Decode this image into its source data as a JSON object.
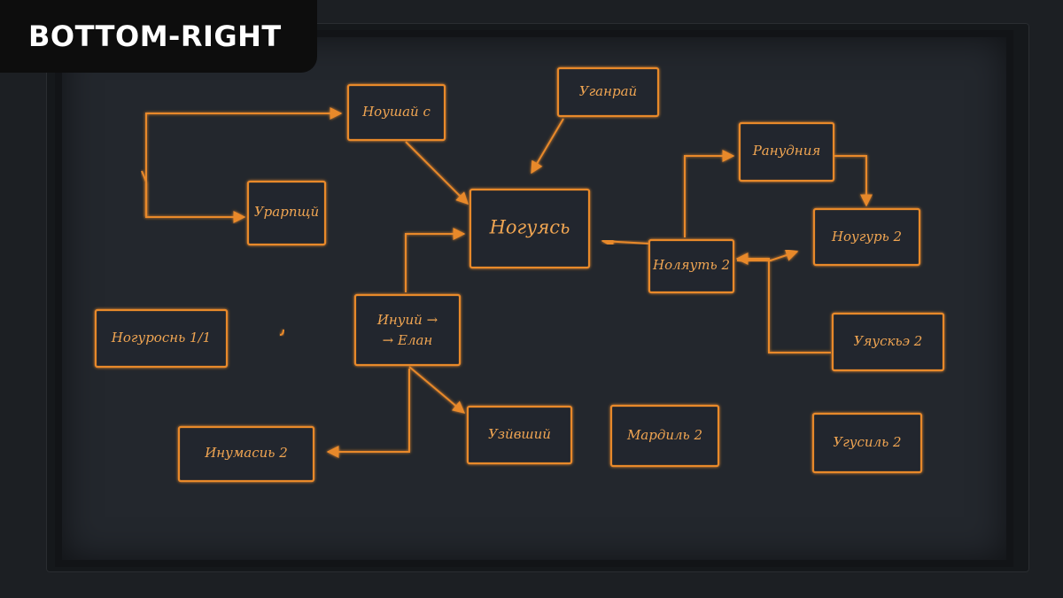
{
  "corner_label": "BOTTOM-RIGHT",
  "accent_color": "#e8892c",
  "text_color": "#f0a552",
  "nodes": [
    {
      "id": "n1",
      "lines": [
        "Ноушай c"
      ]
    },
    {
      "id": "n2",
      "lines": [
        "Уганрай"
      ]
    },
    {
      "id": "n3",
      "lines": [
        "Урарпщй"
      ]
    },
    {
      "id": "n4",
      "lines": [
        "Ногуясь"
      ],
      "big": true
    },
    {
      "id": "n5",
      "lines": [
        "Ранудния"
      ]
    },
    {
      "id": "n6",
      "lines": [
        "Ноляуть 2"
      ]
    },
    {
      "id": "n7",
      "lines": [
        "Ноугурь 2"
      ]
    },
    {
      "id": "n8",
      "lines": [
        "Ногуроснь 1/1"
      ]
    },
    {
      "id": "n9",
      "lines": [
        "Инуий →",
        "→ Елан"
      ]
    },
    {
      "id": "n10",
      "lines": [
        "Уяускьэ 2"
      ]
    },
    {
      "id": "n11",
      "lines": [
        "Инумасиь 2"
      ]
    },
    {
      "id": "n12",
      "lines": [
        "Узйвший"
      ]
    },
    {
      "id": "n13",
      "lines": [
        "Мардиль 2"
      ]
    },
    {
      "id": "n14",
      "lines": [
        "Угусиль 2"
      ]
    }
  ]
}
